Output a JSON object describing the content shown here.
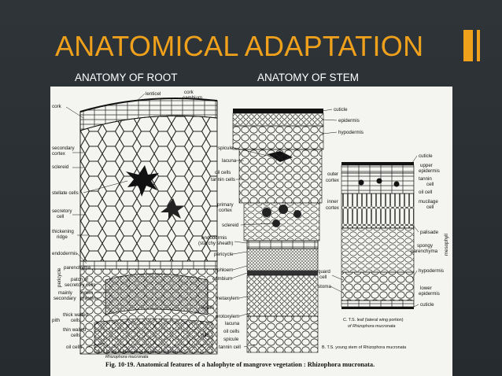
{
  "slide": {
    "title": "ANATOMICAL ADAPTATION",
    "subheadings": {
      "root": "ANATOMY OF ROOT",
      "stem": "ANATOMY OF STEM"
    },
    "colors": {
      "accent": "#f0a11c",
      "background": "#2a2f33",
      "text": "#ffffff"
    }
  },
  "figure": {
    "root_labels": {
      "lenticel": "lenticel",
      "cork_cambium_1": "cork",
      "cork_cambium_2": "cambium",
      "cork": "cork",
      "secondary_cortex_1": "secondary",
      "secondary_cortex_2": "cortex",
      "sclereid": "sclereid",
      "stellate_cells": "stellate cells",
      "secretory_cell_1": "secretory",
      "secretory_cell_2": "cell",
      "thickening_ridge_1": "thickening",
      "thickening_ridge_2": "ridge",
      "endodermis": "endodermis",
      "pericycle": "pericycle",
      "parenchyma": "parenchyma",
      "patch_1": "patch of",
      "patch_2": "secretory cells",
      "mainly_1": "mainly",
      "mainly_2": "secondary",
      "xylem": "xylem",
      "phloem": "phloem",
      "pith": "pith",
      "thick_walled_1": "thick walled",
      "thick_walled_2": "cells",
      "thin_walled_1": "thin walled",
      "thin_walled_2": "cells",
      "oil_cells": "oil cells",
      "sub_a_1": "A. T.S. old subterranean portion of stilt root of",
      "sub_a_2": "Rhizophora mucronata"
    },
    "stem_labels": {
      "cuticle": "cuticle",
      "epidermis": "epidermis",
      "hypodermis": "hypodermis",
      "spicule": "spicule",
      "lacuna": "lacuna",
      "oil_cells": "oil cells",
      "tannin_cells": "tannin cells",
      "outer_cortex_1": "outer",
      "outer_cortex_2": "cortex",
      "primary_cortex_1": "primary",
      "primary_cortex_2": "cortex",
      "sclereid": "sclereid",
      "inner_cortex_1": "inner",
      "inner_cortex_2": "cortex",
      "endodermis_1": "endodermis",
      "endodermis_2": "(starchy sheath)",
      "pericycle": "pericycle",
      "phloem": "phloem",
      "cambium": "cambium",
      "metaxylem": "metaxylem",
      "xylem": "xylem",
      "protoxylem": "protoxylem",
      "pith": "pith",
      "lacuna_2": "lacuna",
      "oil_cells_2": "oil cells",
      "spicule_2": "spicule",
      "tannin_cell": "tannin cell",
      "sub_b": "B. T.S. young stem of Rhizophora mucronata"
    },
    "leaf_labels": {
      "cuticle": "cuticle",
      "upper_epidermis_1": "upper",
      "upper_epidermis_2": "epidermis",
      "tannin_cell_1": "tannin",
      "tannin_cell_2": "cell",
      "oil_cell": "oil cell",
      "mucilage_cell_1": "mucilage",
      "mucilage_cell_2": "cell",
      "palisade": "palisade",
      "spongy_1": "spongy",
      "spongy_2": "parenchyma",
      "mesophyll": "mesophyll",
      "guard_cell_1": "guard",
      "guard_cell_2": "cell",
      "stoma": "stoma",
      "hypodermis": "hypodermis",
      "lower_epidermis_1": "lower",
      "lower_epidermis_2": "epidermis",
      "cuticle_2": "cuticle",
      "sub_c_1": "C. T.S. leaf (lateral wing portion)",
      "sub_c_2": "of Rhizophora mucronata"
    },
    "caption": "Fig. 10·19.  Anatomical features of a halophyte of mangrove vegetation : Rhizophora mucronata."
  }
}
